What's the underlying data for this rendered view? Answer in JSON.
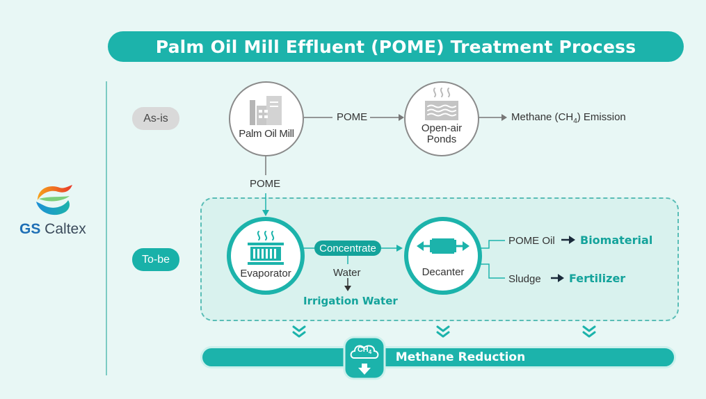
{
  "title": "Palm Oil Mill Effluent (POME) Treatment Process",
  "logo": {
    "brand_bold": "GS",
    "brand_rest": " Caltex"
  },
  "rows": {
    "asis": "As-is",
    "tobe": "To-be"
  },
  "asis": {
    "mill": "Palm Oil Mill",
    "arrow_label": "POME",
    "ponds_line1": "Open-air",
    "ponds_line2": "Ponds",
    "emission_prefix": "Methane (CH",
    "emission_sub": "4",
    "emission_suffix": ") Emission"
  },
  "link_label": "POME",
  "tobe": {
    "evaporator": "Evaporator",
    "concentrate": "Concentrate",
    "water": "Water",
    "irrigation": "Irrigation Water",
    "decanter": "Decanter",
    "out1_label": "POME Oil",
    "out1_product": "Biomaterial",
    "out2_label": "Sludge",
    "out2_product": "Fertilizer"
  },
  "bottom": {
    "label": "Methane Reduction",
    "badge_main": "CH",
    "badge_sub": "4"
  },
  "colors": {
    "teal": "#1cb3ab",
    "teal_dark": "#14a39b",
    "grey": "#8a8a8a",
    "background": "#e8f7f5"
  }
}
